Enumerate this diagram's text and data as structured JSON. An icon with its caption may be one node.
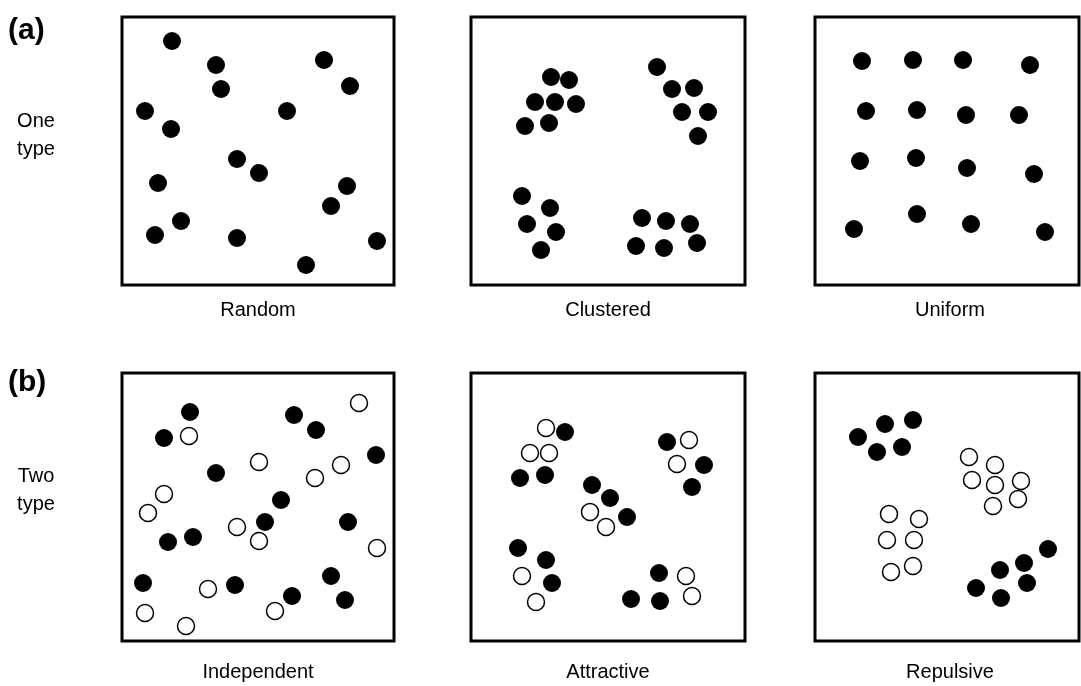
{
  "diagram": {
    "labels": [
      "(a)",
      "One type",
      "Random",
      "Clustered",
      "Uniform",
      "(b)",
      "Two type",
      "Independent",
      "Attractive",
      "Repulsive"
    ]
  }
}
